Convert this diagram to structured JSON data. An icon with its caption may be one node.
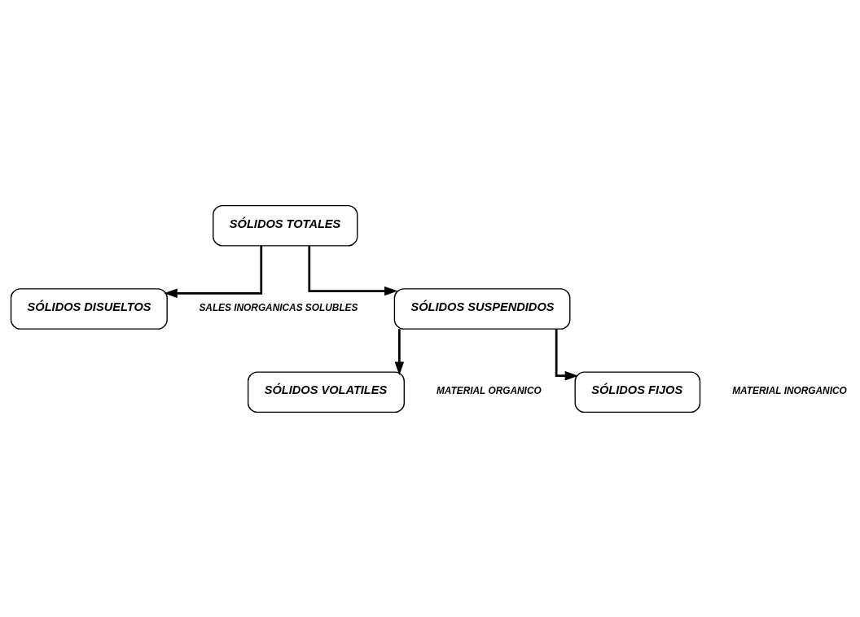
{
  "diagram": {
    "nodes": [
      {
        "text": [
          "SÓLIDOS TOTALES"
        ]
      },
      {
        "text": [
          "SÓLIDOS DISUELTOS"
        ],
        "beside": [
          "SALES INORGANICAS SOLUBLES"
        ]
      },
      {
        "text": [
          "SÓLIDOS SUSPENDIDOS"
        ]
      },
      {
        "text": [
          "SÓLIDOS VOLATILES"
        ],
        "beside": [
          "MATERIAL ORGANICO"
        ]
      },
      {
        "text": [
          "SÓLIDOS FIJOS"
        ],
        "beside": [
          "MATERIAL INORGANICO"
        ]
      }
    ],
    "edges": [
      {
        "from": 0,
        "to": 1,
        "arrow": "to"
      },
      {
        "from": 0,
        "to": 2,
        "arrow": "to"
      },
      {
        "from": 2,
        "to": 3,
        "arrow": "to"
      },
      {
        "from": 2,
        "to": 4,
        "arrow": "to"
      }
    ]
  }
}
